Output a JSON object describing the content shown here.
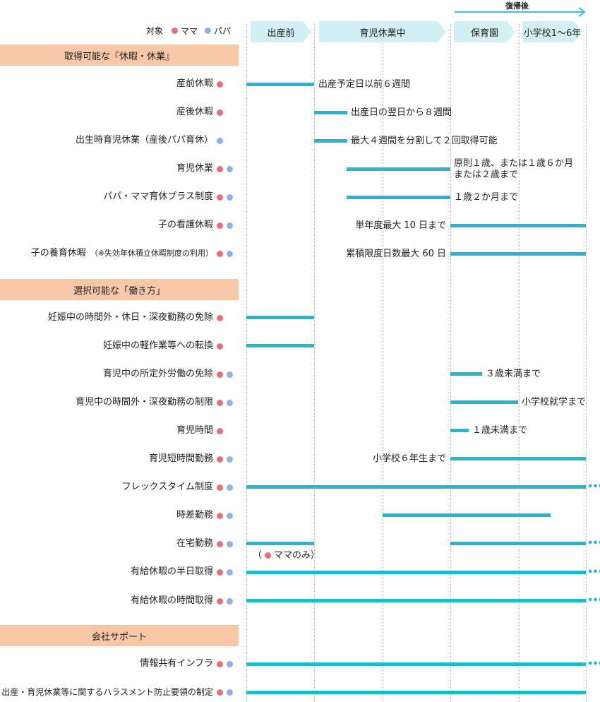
{
  "legend": {
    "target": "対象",
    "mama": "ママ",
    "papa": "パパ"
  },
  "header": {
    "return_label": "復帰後",
    "phases": [
      "出産前",
      "育児休業中",
      "保育園",
      "小学校1〜6年"
    ]
  },
  "sections": {
    "leave": "取得可能な『休暇・休業』",
    "work": "選択可能な「働き方」",
    "support": "会社サポート"
  },
  "rows": [
    {
      "label": "産前休暇",
      "mama": true,
      "papa": false,
      "annotation": "出産予定日以前６週間"
    },
    {
      "label": "産後休暇",
      "mama": true,
      "papa": false,
      "annotation": "出産日の翌日から８週間"
    },
    {
      "label": "出生時育児休業（産後パパ育休）",
      "mama": false,
      "papa": true,
      "annotation": "最大４週間を分割して２回取得可能"
    },
    {
      "label": "育児休業",
      "mama": true,
      "papa": true,
      "annotation": "原則１歳、または１歳６か月",
      "annotation2": "または２歳まで"
    },
    {
      "label": "パパ・ママ育休プラス制度",
      "mama": true,
      "papa": true,
      "annotation": "１歳２か月まで"
    },
    {
      "label": "子の看護休暇",
      "mama": true,
      "papa": true,
      "annotation": "単年度最大 10 日まで"
    },
    {
      "label": "子の養育休暇",
      "note": "（※失効年休積立休暇制度の利用）",
      "mama": true,
      "papa": true,
      "annotation": "累積限度日数最大 60 日"
    },
    {
      "label": "妊娠中の時間外・休日・深夜勤務の免除",
      "mama": true,
      "papa": false
    },
    {
      "label": "妊娠中の軽作業等への転換",
      "mama": true,
      "papa": false
    },
    {
      "label": "育児中の所定外労働の免除",
      "mama": true,
      "papa": true,
      "annotation": "３歳未満まで"
    },
    {
      "label": "育児中の時間外・深夜勤務の制限",
      "mama": true,
      "papa": true,
      "annotation": "小学校就学まで"
    },
    {
      "label": "育児時間",
      "mama": true,
      "papa": false,
      "annotation": "１歳未満まで"
    },
    {
      "label": "育児短時間勤務",
      "mama": true,
      "papa": true,
      "annotation": "小学校６年生まで"
    },
    {
      "label": "フレックスタイム制度",
      "mama": true,
      "papa": true
    },
    {
      "label": "時差勤務",
      "mama": true,
      "papa": true
    },
    {
      "label": "在宅勤務",
      "mama": true,
      "papa": true,
      "annotation": "（",
      "annotation2": "ママのみ）"
    },
    {
      "label": "有給休暇の半日取得",
      "mama": true,
      "papa": true
    },
    {
      "label": "有給休暇の時間取得",
      "mama": true,
      "papa": true
    },
    {
      "label": "情報共有インフラ",
      "mama": true,
      "papa": true
    },
    {
      "label": "妊娠・出産・育児休業等に関するハラスメント防止要領の制定",
      "mama": true,
      "papa": true
    }
  ],
  "continuation_marker": "•••"
}
